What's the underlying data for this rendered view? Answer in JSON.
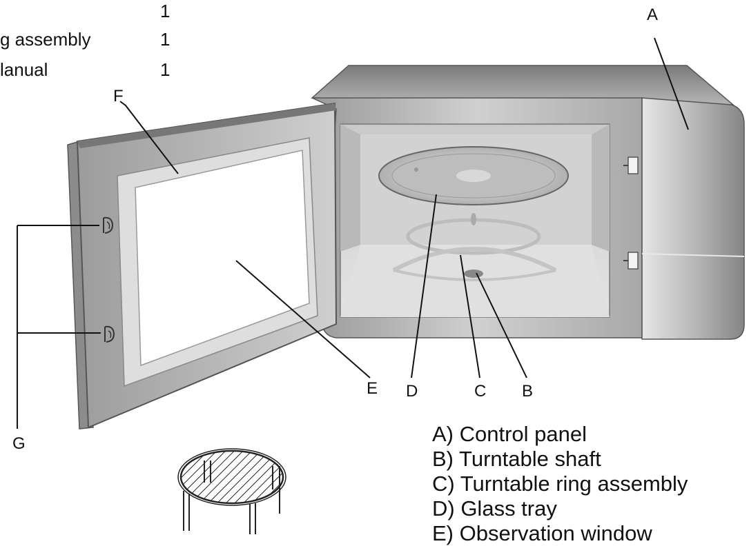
{
  "parts_list": [
    {
      "name": "",
      "qty": "1"
    },
    {
      "name": "g assembly",
      "qty": "1"
    },
    {
      "name": "lanual",
      "qty": "1"
    }
  ],
  "labels": {
    "A": "A",
    "B": "B",
    "C": "C",
    "D": "D",
    "E": "E",
    "F": "F",
    "G": "G"
  },
  "legend": [
    "A) Control panel",
    "B) Turntable shaft",
    "C) Turntable ring assembly",
    "D) Glass tray",
    "E) Observation window"
  ]
}
